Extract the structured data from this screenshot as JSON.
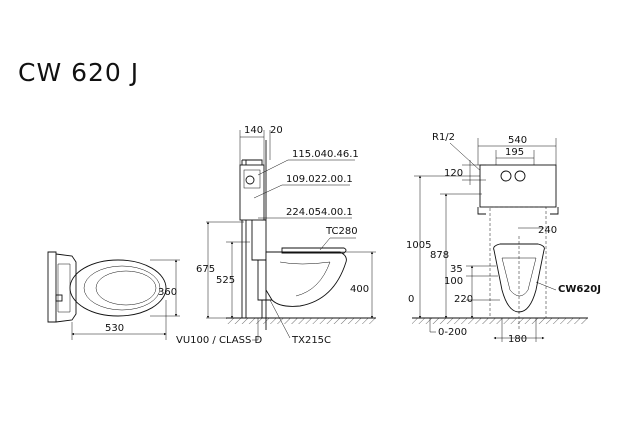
{
  "title": "CW 620 J",
  "top_view": {
    "dim_length": "530",
    "dim_width": "360"
  },
  "side_view": {
    "dim_top_a": "140",
    "dim_top_b": "20",
    "callout_1": "115.040.46.1",
    "callout_2": "109.022.00.1",
    "callout_3": "224.054.00.1",
    "callout_4": "TC280",
    "dim_675": "675",
    "dim_525": "525",
    "dim_400": "400",
    "label_vu": "VU100 / CLASS D",
    "label_tx": "TX215C"
  },
  "front_view": {
    "label_r": "R1/2",
    "dim_540": "540",
    "dim_195": "195",
    "dim_120": "120",
    "dim_1005": "1005",
    "dim_878": "878",
    "dim_240": "240",
    "dim_35": "35",
    "dim_100": "100",
    "dim_220": "220",
    "dim_0": "0",
    "dim_range": "0-200",
    "dim_180": "180",
    "model": "CW620J"
  }
}
